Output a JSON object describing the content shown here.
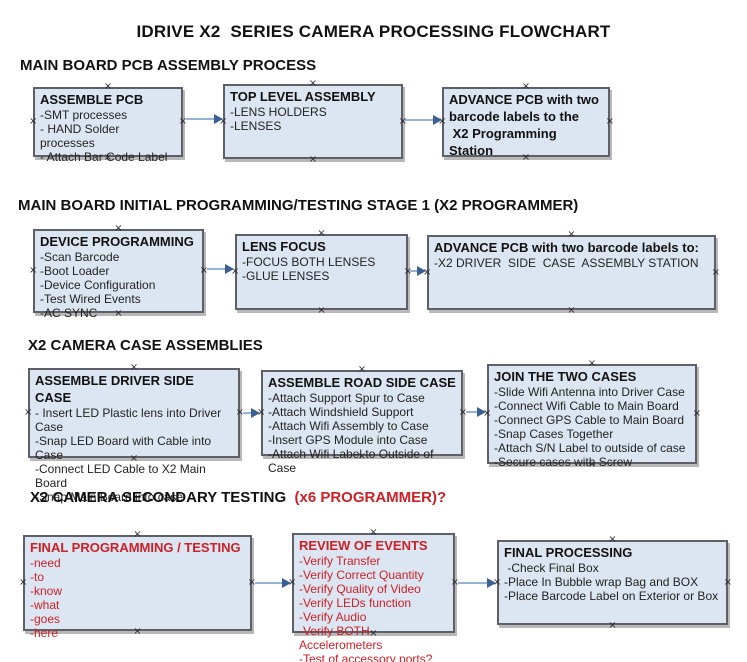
{
  "title": "IDRIVE X2  SERIES CAMERA PROCESSING FLOWCHART",
  "colors": {
    "box_fill": "#dce6f2",
    "box_border": "#5d6066",
    "arrow_line": "#95b3d7",
    "arrow_head": "#3b5e95",
    "red_text": "#cc2027",
    "black_text": "#111111",
    "background": "#ffffff"
  },
  "sections": [
    {
      "heading": "MAIN BOARD PCB ASSEMBLY PROCESS",
      "heading_accent": "",
      "boxes": [
        {
          "title": "ASSEMBLE PCB",
          "items": [
            "-SMT processes",
            "- HAND Solder processes",
            "- Attach Bar Code Label"
          ]
        },
        {
          "title": "TOP LEVEL ASSEMBLY",
          "items": [
            "-LENS HOLDERS",
            "-LENSES"
          ]
        },
        {
          "title": "ADVANCE PCB with two\nbarcode labels to the\n X2 Programming Station",
          "items": []
        }
      ]
    },
    {
      "heading": "MAIN BOARD INITIAL PROGRAMMING/TESTING STAGE 1 (X2 PROGRAMMER)",
      "heading_accent": "",
      "boxes": [
        {
          "title": "DEVICE PROGRAMMING",
          "items": [
            "-Scan Barcode",
            "-Boot Loader",
            "-Device Configuration",
            "-Test Wired Events",
            "-AC SYNC"
          ]
        },
        {
          "title": "LENS FOCUS",
          "items": [
            "-FOCUS BOTH LENSES",
            "-GLUE LENSES"
          ]
        },
        {
          "title": "ADVANCE PCB with two barcode labels to:",
          "items": [
            "-X2 DRIVER  SIDE  CASE  ASSEMBLY STATION"
          ]
        }
      ]
    },
    {
      "heading": "X2 CAMERA CASE ASSEMBLIES",
      "heading_accent": "",
      "boxes": [
        {
          "title": "ASSEMBLE DRIVER SIDE CASE",
          "items": [
            "- Insert LED Plastic lens into Driver Case",
            "-Snap LED Board with Cable into Case",
            "-Connect LED Cable to X2 Main Board",
            "-Snap Main Board into case"
          ]
        },
        {
          "title": "ASSEMBLE ROAD SIDE CASE",
          "items": [
            "-Attach Support Spur to Case",
            "-Attach Windshield Support",
            "-Attach Wifi Assembly to Case",
            "-Insert GPS Module into Case",
            "-Attach Wifi Label to Outside of Case"
          ]
        },
        {
          "title": "JOIN THE TWO CASES",
          "items": [
            "-Slide Wifi Antenna into Driver Case",
            "-Connect Wifi Cable to Main Board",
            "-Connect GPS Cable to Main Board",
            "-Snap Cases Together",
            "-Attach S/N Label to outside of case",
            "-Secure cases with Screw"
          ]
        }
      ]
    },
    {
      "heading": "X2 CAMERA SECONDARY TESTING  ",
      "heading_accent": "(x6 PROGRAMMER)?",
      "boxes": [
        {
          "title": "FINAL PROGRAMMING / TESTING",
          "items": [
            "-need",
            "-to",
            "-know",
            "-what",
            "-goes",
            "-here"
          ]
        },
        {
          "title": "REVIEW OF EVENTS",
          "items": [
            "-Verify Transfer",
            "-Verify Correct Quantity",
            "-Verify Quality of Video",
            "-Verify LEDs function",
            "-Verify Audio",
            "-Verify BOTH Accelerometers",
            "-Test of accessory ports?"
          ]
        },
        {
          "title": "FINAL PROCESSING",
          "items": [
            " -Check Final Box",
            "-Place In Bubble wrap Bag and BOX",
            "-Place Barcode Label on Exterior or Box"
          ]
        }
      ]
    }
  ]
}
